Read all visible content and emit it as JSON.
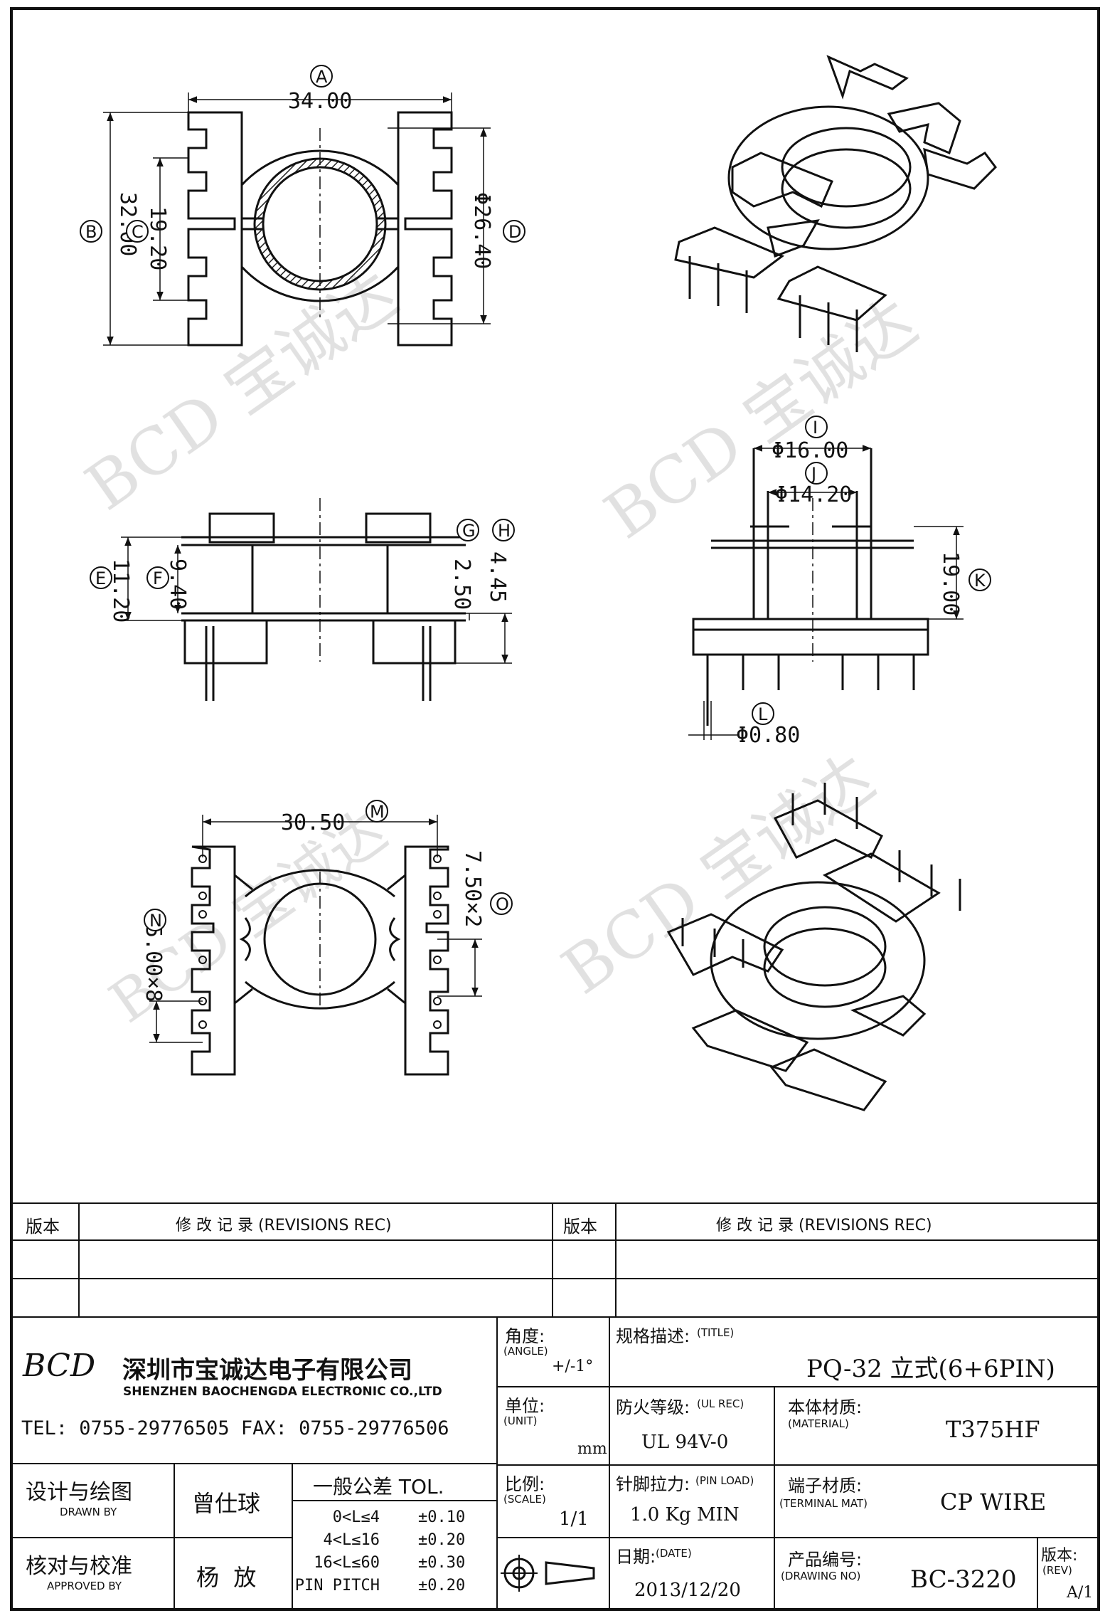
{
  "views": {
    "top": {
      "dim_a_value": "34.00",
      "dim_a_tag": "A",
      "dim_b_value": "32.00",
      "dim_b_tag": "B",
      "dim_c_value": "19.20",
      "dim_c_tag": "C",
      "dim_d_value": "Φ26.40",
      "dim_d_tag": "D"
    },
    "side": {
      "dim_e_value": "11.20",
      "dim_e_tag": "E",
      "dim_f_value": "9.40",
      "dim_f_tag": "F",
      "dim_g_value": "2.50",
      "dim_g_tag": "G",
      "dim_h_value": "4.45",
      "dim_h_tag": "H"
    },
    "front": {
      "dim_i_value": "Φ16.00",
      "dim_i_tag": "I",
      "dim_j_value": "Φ14.20",
      "dim_j_tag": "J",
      "dim_k_value": "19.00",
      "dim_k_tag": "K",
      "dim_l_value": "Φ0.80",
      "dim_l_tag": "L"
    },
    "bottom": {
      "dim_m_value": "30.50",
      "dim_m_tag": "M",
      "dim_n_value": "5.00×8",
      "dim_n_tag": "N",
      "dim_o_value": "7.50×2",
      "dim_o_tag": "O"
    }
  },
  "watermark": "BCD 宝诚达",
  "revisions": {
    "left_header_ver": "版本",
    "left_header_desc": "修 改 记 录 (REVISIONS REC)",
    "right_header_ver": "版本",
    "right_header_desc": "修 改 记 录 (REVISIONS REC)"
  },
  "company": {
    "logo": "BCD",
    "name_cn": "深圳市宝诚达电子有限公司",
    "name_en": "SHENZHEN BAOCHENGDA ELECTRONIC CO.,LTD",
    "tel_fax": "TEL: 0755-29776505  FAX: 0755-29776506"
  },
  "angle": {
    "label": "角度:",
    "label_en": "(ANGLE)",
    "value": "+/-1°"
  },
  "unit": {
    "label": "单位:",
    "label_en": "(UNIT)",
    "value": "mm"
  },
  "scale": {
    "label": "比例:",
    "label_en": "(SCALE)",
    "value": "1/1"
  },
  "title": {
    "label": "规格描述:",
    "label_en": "(TITLE)",
    "value": "PQ-32 立式(6+6PIN)"
  },
  "ul": {
    "label": "防火等级:",
    "label_en": "(UL REC)",
    "value": "UL 94V-0"
  },
  "material": {
    "label": "本体材质:",
    "label_en": "(MATERIAL)",
    "value": "T375HF"
  },
  "pin_load": {
    "label": "针脚拉力:",
    "label_en": "(PIN LOAD)",
    "value": "1.0 Kg MIN"
  },
  "terminal": {
    "label": "端子材质:",
    "label_en": "(TERMINAL MAT)",
    "value": "CP WIRE"
  },
  "date": {
    "label": "日期:",
    "label_en": "(DATE)",
    "value": "2013/12/20"
  },
  "drawing_no": {
    "label": "产品编号:",
    "label_en": "(DRAWING NO)",
    "value": "BC-3220"
  },
  "rev": {
    "label": "版本:",
    "label_en": "(REV)",
    "value": "A/1"
  },
  "drawn": {
    "label": "设计与绘图",
    "label_en": "DRAWN BY",
    "name": "曾仕球"
  },
  "approved": {
    "label": "核对与校准",
    "label_en": "APPROVED BY",
    "name": "杨  放"
  },
  "tolerance": {
    "header": "一般公差 TOL.",
    "rows": [
      {
        "range": "0<L≤4",
        "tol": "±0.10"
      },
      {
        "range": "4<L≤16",
        "tol": "±0.20"
      },
      {
        "range": "16<L≤60",
        "tol": "±0.30"
      },
      {
        "range": "PIN PITCH",
        "tol": "±0.20"
      }
    ]
  }
}
